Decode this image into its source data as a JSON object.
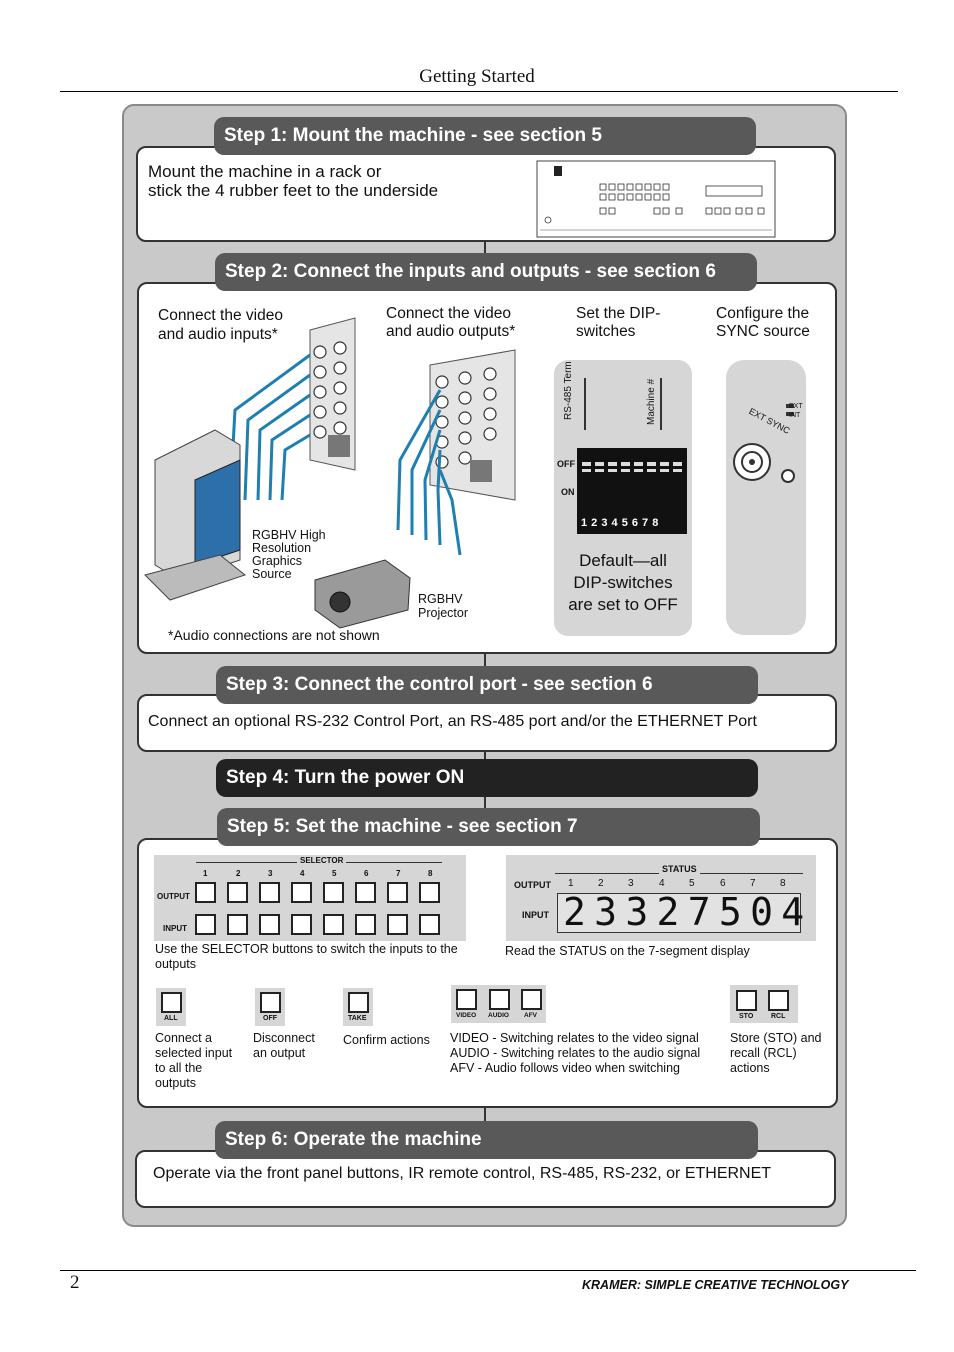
{
  "header": {
    "title": "Getting Started"
  },
  "footer": {
    "page_number": "2",
    "brand": "KRAMER:  SIMPLE CREATIVE TECHNOLOGY"
  },
  "step1": {
    "title": "Step 1: Mount the machine - see section 5",
    "text_line1": "Mount the machine in a rack or",
    "text_line2": "stick the 4 rubber feet to the underside"
  },
  "step2": {
    "title": "Step 2: Connect the inputs and outputs - see section 6",
    "col1_line1": "Connect the video",
    "col1_line2": "and audio inputs*",
    "col2_line1": "Connect the video",
    "col2_line2": "and audio outputs*",
    "col3_line1": "Set the DIP-",
    "col3_line2": "switches",
    "col4_line1": "Configure the",
    "col4_line2": "SYNC source",
    "source_label": [
      "RGBHV High",
      "Resolution",
      "Graphics",
      "Source"
    ],
    "projector_label": [
      "RGBHV",
      "Projector"
    ],
    "note": "*Audio connections are not shown",
    "dip_rs485": "RS-485 Term",
    "dip_machine": "Machine #",
    "dip_off": "OFF",
    "dip_on": "ON",
    "dip_numbers": "1 2 3 4 5 6 7 8",
    "dip_default": [
      "Default—all",
      "DIP-switches",
      "are set to OFF"
    ],
    "sync_ext": "EXT SYNC",
    "sync_opt1": "EXT",
    "sync_opt2": "INT"
  },
  "step3": {
    "title": "Step 3: Connect the control port - see section 6",
    "text": "Connect an optional RS-232 Control Port, an RS-485 port and/or the ETHERNET Port"
  },
  "step4": {
    "title": "Step 4: Turn the power ON"
  },
  "step5": {
    "title": "Step 5: Set the machine - see section 7",
    "selector_title": "SELECTOR",
    "status_title": "STATUS",
    "numbers": [
      "1",
      "2",
      "3",
      "4",
      "5",
      "6",
      "7",
      "8"
    ],
    "output_label": "OUTPUT",
    "input_label": "INPUT",
    "status_digits": "23327504",
    "selector_caption_line1": "Use the SELECTOR buttons to switch the inputs to the",
    "selector_caption_line2": "outputs",
    "status_caption": "Read the  STATUS on the 7-segment display",
    "all_label": "ALL",
    "off_label": "OFF",
    "take_label": "TAKE",
    "video_label": "VIDEO",
    "audio_label": "AUDIO",
    "afv_label": "AFV",
    "sto_label": "STO",
    "rcl_label": "RCL",
    "all_desc": [
      "Connect a",
      "selected input",
      "to all the",
      "outputs"
    ],
    "off_desc": [
      "Disconnect",
      "an output"
    ],
    "take_desc": [
      "Confirm actions"
    ],
    "mode_desc": [
      "VIDEO - Switching relates to the video signal",
      "AUDIO - Switching relates to the audio signal",
      "AFV - Audio follows video when switching"
    ],
    "store_desc": [
      "Store (STO) and",
      "recall (RCL)",
      "actions"
    ]
  },
  "step6": {
    "title": "Step 6: Operate the machine",
    "text": "Operate via the front panel buttons, IR remote control, RS-485, RS-232, or ETHERNET"
  },
  "colors": {
    "bar": "#595959",
    "bar_dark": "#222222",
    "cable": "#1e7fb0",
    "frame": "#c9c9c9"
  }
}
